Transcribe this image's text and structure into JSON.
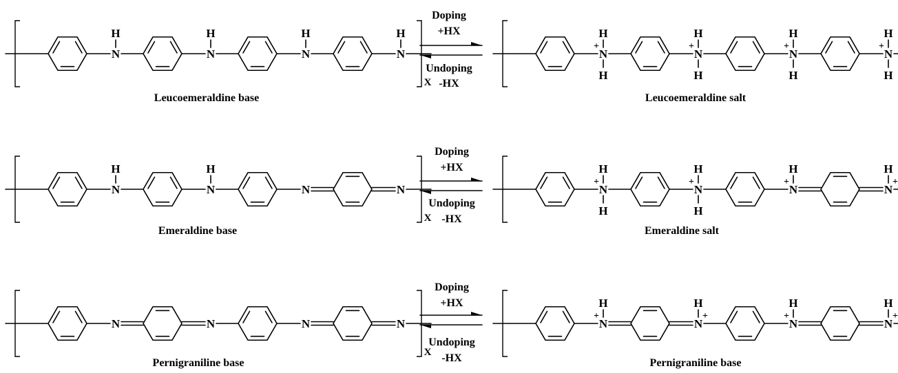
{
  "colors": {
    "ink": "#000000",
    "background": "#ffffff"
  },
  "repeat_subscript": "X",
  "rows": [
    {
      "left": {
        "name": "Leucoemeraldine base",
        "links": [
          {
            "type": "amine",
            "label": "N",
            "h_top": "H",
            "h_bottom": "",
            "charge": ""
          },
          {
            "type": "amine",
            "label": "N",
            "h_top": "H",
            "h_bottom": "",
            "charge": ""
          },
          {
            "type": "amine",
            "label": "N",
            "h_top": "H",
            "h_bottom": "",
            "charge": ""
          },
          {
            "type": "amine",
            "label": "N",
            "h_top": "H",
            "h_bottom": "",
            "charge": ""
          }
        ]
      },
      "arrows": {
        "forward_top": "Doping",
        "forward_bottom": "+HX",
        "reverse_top": "Undoping",
        "reverse_bottom": "-HX"
      },
      "right": {
        "name": "Leucoemeraldine salt",
        "links": [
          {
            "type": "amine",
            "label": "N",
            "h_top": "H",
            "h_bottom": "H",
            "charge": "+"
          },
          {
            "type": "amine",
            "label": "N",
            "h_top": "H",
            "h_bottom": "H",
            "charge": "+"
          },
          {
            "type": "amine",
            "label": "N",
            "h_top": "H",
            "h_bottom": "H",
            "charge": "+"
          },
          {
            "type": "amine",
            "label": "N",
            "h_top": "H",
            "h_bottom": "H",
            "charge": "+"
          }
        ]
      }
    },
    {
      "left": {
        "name": "Emeraldine base",
        "rings": [
          "benzenoid",
          "benzenoid",
          "benzenoid",
          "quinoid"
        ],
        "links": [
          {
            "type": "amine",
            "label": "N",
            "h_top": "H",
            "h_bottom": "",
            "charge": ""
          },
          {
            "type": "amine",
            "label": "N",
            "h_top": "H",
            "h_bottom": "",
            "charge": ""
          },
          {
            "type": "imine-left",
            "label": "N",
            "h_top": "",
            "h_bottom": "",
            "charge": ""
          },
          {
            "type": "imine-right",
            "label": "N",
            "h_top": "",
            "h_bottom": "",
            "charge": ""
          }
        ]
      },
      "arrows": {
        "forward_top": "Doping",
        "forward_bottom": "+HX",
        "reverse_top": "Undoping",
        "reverse_bottom": "-HX"
      },
      "right": {
        "name": "Emeraldine salt",
        "rings": [
          "benzenoid",
          "benzenoid",
          "benzenoid",
          "quinoid"
        ],
        "links": [
          {
            "type": "amine",
            "label": "N",
            "h_top": "H",
            "h_bottom": "H",
            "charge": "+"
          },
          {
            "type": "amine",
            "label": "N",
            "h_top": "H",
            "h_bottom": "H",
            "charge": "+"
          },
          {
            "type": "imine-left",
            "label": "N",
            "h_top": "H",
            "h_bottom": "",
            "charge": "+"
          },
          {
            "type": "imine-right",
            "label": "N",
            "h_top": "H",
            "h_bottom": "",
            "charge": "+"
          }
        ]
      }
    },
    {
      "left": {
        "name": "Pernigraniline base",
        "rings": [
          "benzenoid",
          "quinoid",
          "benzenoid",
          "quinoid"
        ],
        "links": [
          {
            "type": "imine-left",
            "label": "N",
            "h_top": "",
            "h_bottom": "",
            "charge": ""
          },
          {
            "type": "imine-right",
            "label": "N",
            "h_top": "",
            "h_bottom": "",
            "charge": ""
          },
          {
            "type": "imine-left",
            "label": "N",
            "h_top": "",
            "h_bottom": "",
            "charge": ""
          },
          {
            "type": "imine-right",
            "label": "N",
            "h_top": "",
            "h_bottom": "",
            "charge": ""
          }
        ]
      },
      "arrows": {
        "forward_top": "Doping",
        "forward_bottom": "+HX",
        "reverse_top": "Undoping",
        "reverse_bottom": "-HX"
      },
      "right": {
        "name": "Pernigraniline base",
        "rings": [
          "benzenoid",
          "quinoid",
          "benzenoid",
          "quinoid"
        ],
        "links": [
          {
            "type": "imine-left",
            "label": "N",
            "h_top": "H",
            "h_bottom": "",
            "charge": "+"
          },
          {
            "type": "imine-right",
            "label": "N",
            "h_top": "H",
            "h_bottom": "",
            "charge": "+"
          },
          {
            "type": "imine-left",
            "label": "N",
            "h_top": "H",
            "h_bottom": "",
            "charge": "+"
          },
          {
            "type": "imine-right",
            "label": "N",
            "h_top": "H",
            "h_bottom": "",
            "charge": "+"
          }
        ]
      }
    }
  ]
}
